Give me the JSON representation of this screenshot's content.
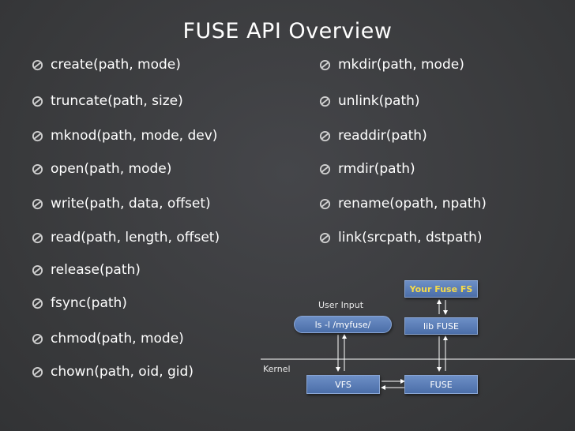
{
  "title": "FUSE API Overview",
  "left_items": [
    "create(path, mode)",
    "truncate(path, size)",
    "mknod(path, mode, dev)",
    "open(path, mode)",
    "write(path, data, offset)",
    "read(path, length, offset)",
    "release(path)",
    "fsync(path)",
    "chmod(path, mode)",
    "chown(path, oid, gid)"
  ],
  "right_items": [
    "mkdir(path, mode)",
    "unlink(path)",
    "readdir(path)",
    "rmdir(path)",
    "rename(opath, npath)",
    "link(srcpath, dstpath)"
  ],
  "diagram": {
    "your_fs": "Your Fuse FS",
    "user_input": "User Input",
    "command": "ls -l /myfuse/",
    "lib_fuse": "lib FUSE",
    "kernel": "Kernel",
    "vfs": "VFS",
    "fuse": "FUSE"
  }
}
